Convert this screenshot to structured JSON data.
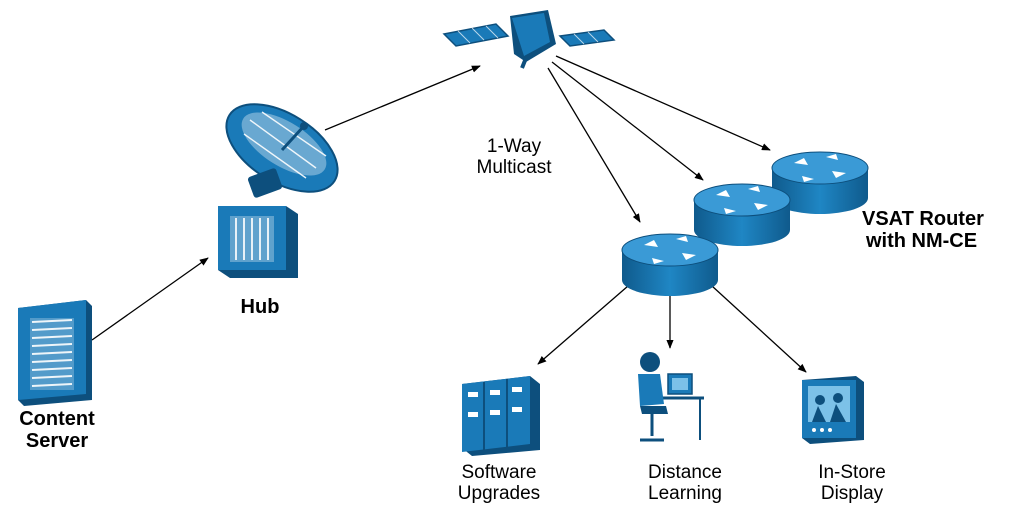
{
  "labels": {
    "content_server": [
      "Content",
      "Server"
    ],
    "hub": "Hub",
    "multicast": [
      "1-Way",
      "Multicast"
    ],
    "vsat_router": [
      "VSAT Router",
      "with NM-CE"
    ],
    "software_upgrades": [
      "Software",
      "Upgrades"
    ],
    "distance_learning": [
      "Distance",
      "Learning"
    ],
    "in_store_display": [
      "In-Store",
      "Display"
    ]
  },
  "colors": {
    "device_blue": "#1a7ab8",
    "device_dark": "#0d4f7d",
    "device_light": "#7cc1e8",
    "line": "#000000"
  },
  "icons": [
    "server-icon",
    "satellite-dish-icon",
    "hub-icon",
    "satellite-icon",
    "router-icon",
    "file-cabinet-icon",
    "student-workstation-icon",
    "video-display-icon"
  ]
}
